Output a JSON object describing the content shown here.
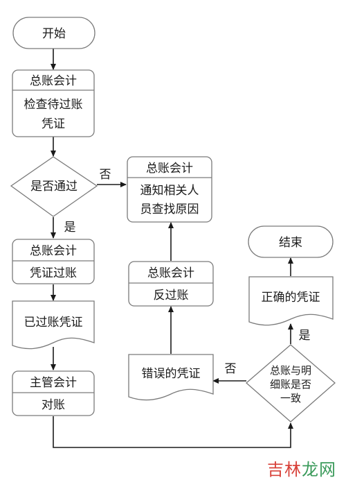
{
  "nodes": {
    "start": "开始",
    "step1_role": "总账会计",
    "step1_line1": "检查待过账",
    "step1_line2": "凭证",
    "decision1": "是否通过",
    "notify_role": "总账会计",
    "notify_line1": "通知相关人",
    "notify_line2": "员查找原因",
    "post_role": "总账会计",
    "post_action": "凭证过账",
    "posted_doc": "已过账凭证",
    "reconcile_role": "主管会计",
    "reconcile_action": "对账",
    "reverse_role": "总账会计",
    "reverse_action": "反过账",
    "error_doc": "错误的凭证",
    "decision2_line1": "总账与明",
    "decision2_line2": "细账是否",
    "decision2_line3": "一致",
    "correct_doc": "正确的凭证",
    "end": "结束"
  },
  "labels": {
    "no": "否",
    "yes": "是"
  },
  "watermark": {
    "part1": "吉林",
    "part2": "龙网"
  }
}
